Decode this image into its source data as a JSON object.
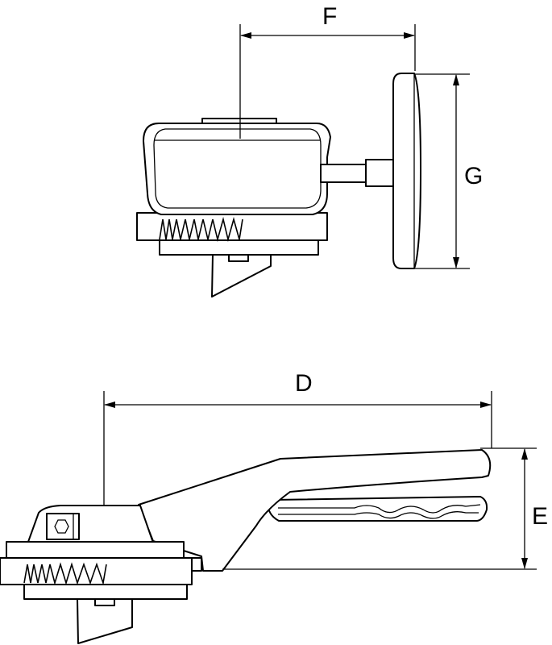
{
  "dimension_labels": {
    "f": "F",
    "g": "G",
    "d": "D",
    "e": "E"
  },
  "colors": {
    "stroke": "#000000",
    "background": "#ffffff"
  }
}
